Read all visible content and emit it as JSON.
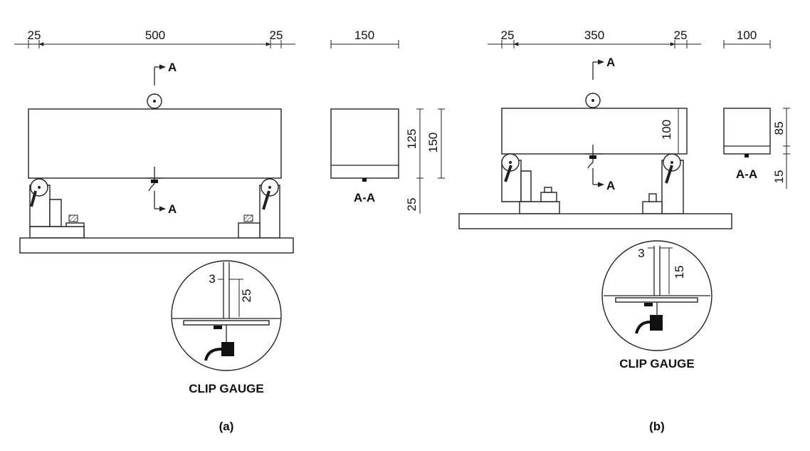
{
  "colors": {
    "ink": "#222222",
    "fill_dark": "#111111",
    "hatch": "#555555"
  },
  "panel_a": {
    "dims_top": [
      "25",
      "500",
      "25"
    ],
    "section_width": "150",
    "section_heights": [
      "125",
      "150",
      "25"
    ],
    "section_mark": "A",
    "section_label": "A-A",
    "detail_dims": [
      "3",
      "25"
    ],
    "detail_label": "CLIP GAUGE",
    "caption": "(a)"
  },
  "panel_b": {
    "dims_top": [
      "25",
      "350",
      "25"
    ],
    "section_width": "100",
    "beam_height": "100",
    "section_heights": [
      "85",
      "15"
    ],
    "section_mark": "A",
    "section_label": "A-A",
    "detail_dims": [
      "3",
      "15"
    ],
    "detail_label": "CLIP GAUGE",
    "caption": "(b)"
  }
}
